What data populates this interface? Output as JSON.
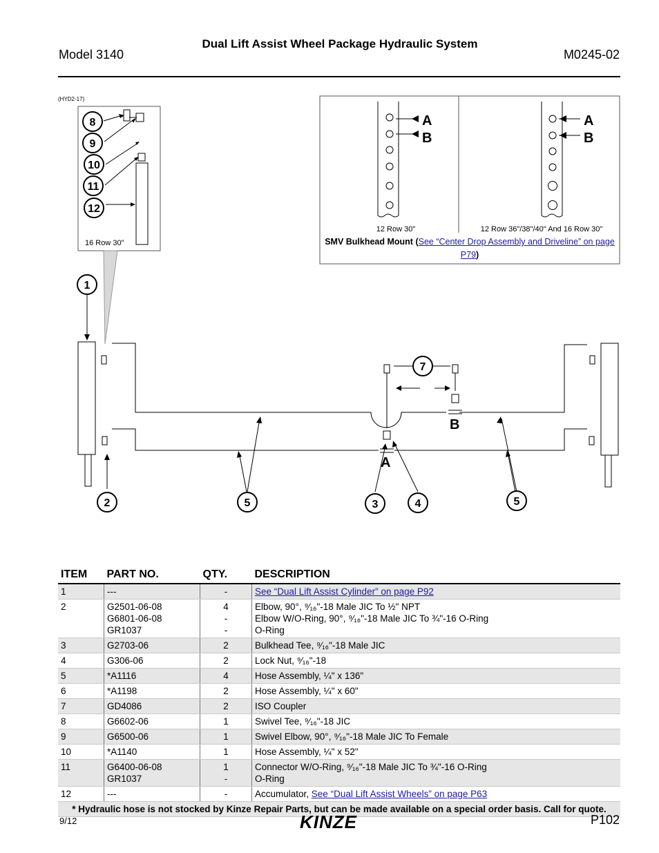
{
  "header": {
    "title": "Dual Lift Assist Wheel Package Hydraulic System",
    "model": "Model 3140",
    "doc_number": "M0245-02"
  },
  "figure": {
    "code": "(HYD2-17)",
    "inset_caption": "16 Row 30\"",
    "callouts_inset": [
      "8",
      "9",
      "10",
      "11",
      "12"
    ],
    "callouts_main": [
      "1",
      "2",
      "5",
      "7",
      "3",
      "4",
      "5"
    ],
    "port_labels": {
      "a": "A",
      "b": "B"
    },
    "smv": {
      "left_caption": "12 Row 30\"",
      "right_caption": "12 Row 36\"/38\"/40\" And 16 Row 30\"",
      "title": "SMV Bulkhead Mount (",
      "link": "See “Center Drop Assembly and Driveline” on page P79",
      "title_close": ")"
    }
  },
  "table": {
    "headers": {
      "item": "ITEM",
      "part": "PART NO.",
      "qty": "QTY.",
      "desc": "DESCRIPTION"
    },
    "rows": [
      {
        "item": "1",
        "part": "---",
        "qty": "-",
        "desc_link": "See “Dual Lift Assist Cylinder” on page P92"
      },
      {
        "item": "2",
        "part": "G2501-06-08",
        "qty": "4",
        "desc": "Elbow, 90°, ⁹⁄₁₆\"-18 Male JIC To ½\" NPT"
      },
      {
        "item": "",
        "part": "G6801-06-08",
        "qty": "-",
        "desc": "Elbow W/O-Ring, 90°, ⁹⁄₁₆\"-18 Male JIC To ¾\"-16 O-Ring"
      },
      {
        "item": "",
        "part": "GR1037",
        "qty": "-",
        "desc": "O-Ring"
      },
      {
        "item": "3",
        "part": "G2703-06",
        "qty": "2",
        "desc": "Bulkhead Tee, ⁹⁄₁₆\"-18 Male JIC"
      },
      {
        "item": "4",
        "part": "G306-06",
        "qty": "2",
        "desc": "Lock Nut, ⁹⁄₁₆\"-18"
      },
      {
        "item": "5",
        "part": "*A1116",
        "qty": "4",
        "desc": "Hose Assembly, ¼\" x 136\""
      },
      {
        "item": "6",
        "part": "*A1198",
        "qty": "2",
        "desc": "Hose Assembly, ¼\" x 60\""
      },
      {
        "item": "7",
        "part": "GD4086",
        "qty": "2",
        "desc": "ISO Coupler"
      },
      {
        "item": "8",
        "part": "G6602-06",
        "qty": "1",
        "desc": "Swivel Tee, ⁹⁄₁₆\"-18 JIC"
      },
      {
        "item": "9",
        "part": "G6500-06",
        "qty": "1",
        "desc": "Swivel Elbow, 90°, ⁹⁄₁₆\"-18 Male JIC To Female"
      },
      {
        "item": "10",
        "part": "*A1140",
        "qty": "1",
        "desc": "Hose Assembly, ¼\" x 52\""
      },
      {
        "item": "11",
        "part": "G6400-06-08",
        "qty": "1",
        "desc": "Connector W/O-Ring, ⁹⁄₁₆\"-18 Male JIC To ¾\"-16 O-Ring"
      },
      {
        "item": "",
        "part": "GR1037",
        "qty": "-",
        "desc": "O-Ring"
      },
      {
        "item": "12",
        "part": "---",
        "qty": "-",
        "desc": "Accumulator, ",
        "desc_link": "See “Dual Lift Assist Wheels” on page P63"
      }
    ],
    "note": "* Hydraulic hose is not stocked by Kinze Repair Parts, but can be made available on a special order basis.  Call for quote."
  },
  "footer": {
    "date": "9/12",
    "page": "P102",
    "logo_text": "KINZE"
  }
}
